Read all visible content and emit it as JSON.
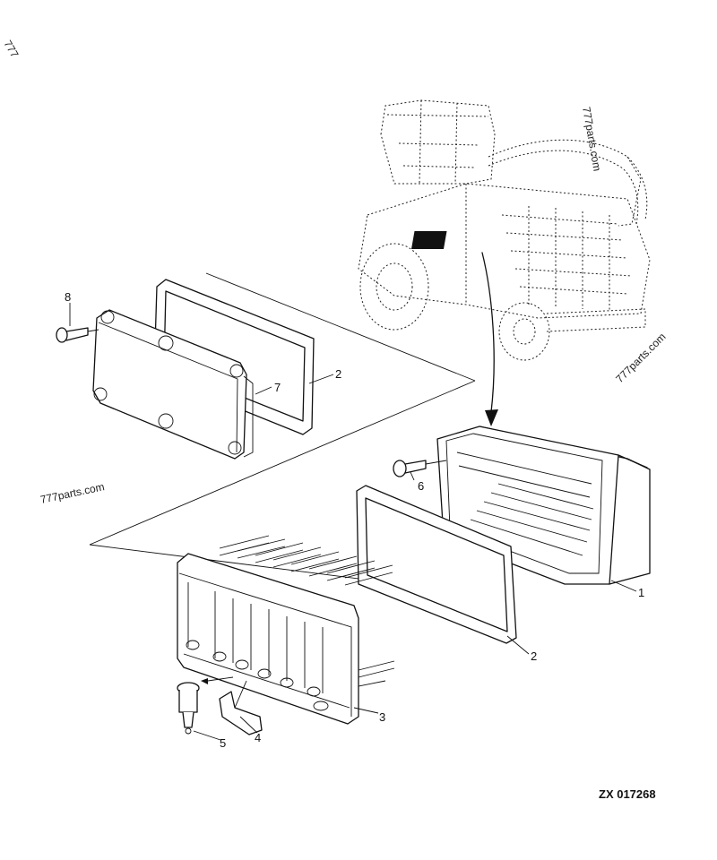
{
  "drawing_ref": "ZX 017268",
  "watermarks": [
    "777parts.com",
    "777parts.com",
    "777parts.com"
  ],
  "corner_mark": "777",
  "callouts": [
    "8",
    "2",
    "7",
    "6",
    "1",
    "2",
    "3",
    "4",
    "5"
  ]
}
